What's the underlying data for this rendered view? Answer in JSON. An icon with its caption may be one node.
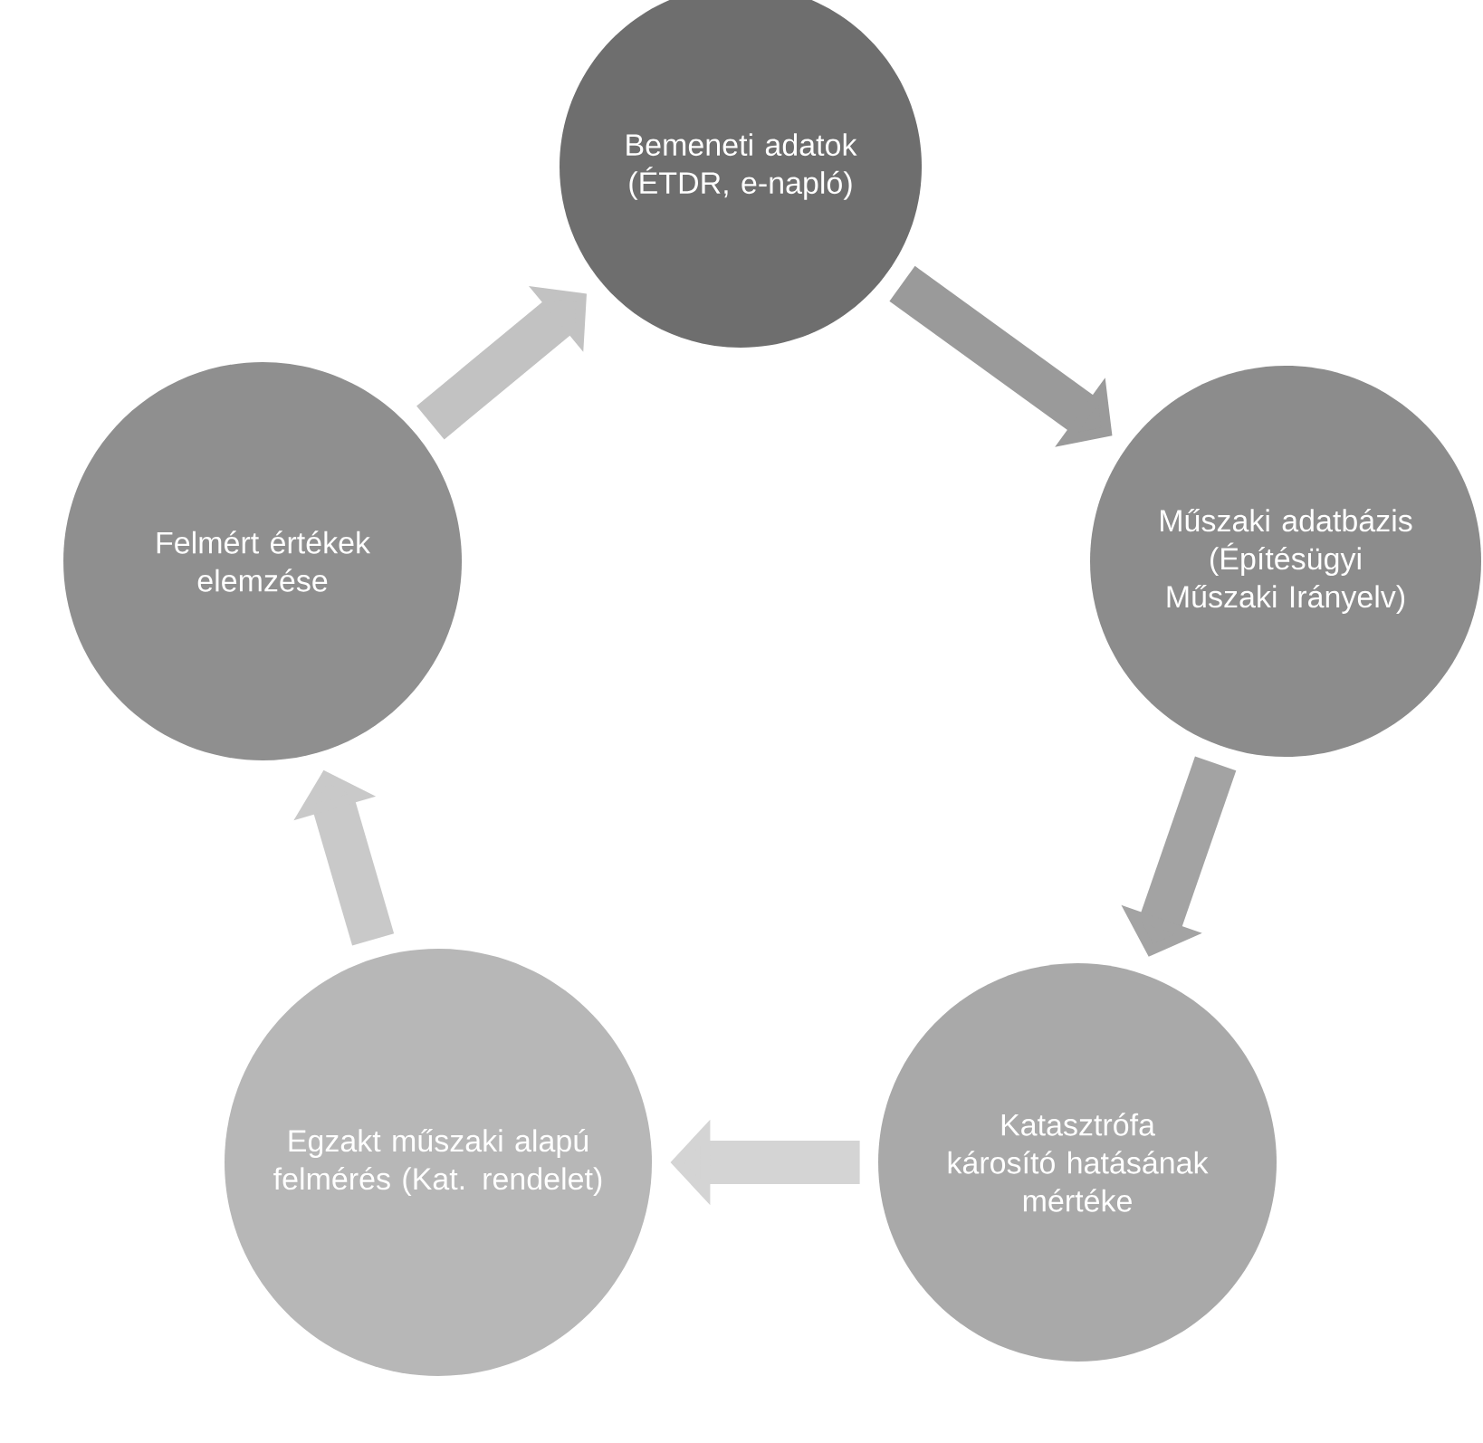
{
  "diagram": {
    "nodes": [
      {
        "text": [
          "Bemeneti adatok (ÉTDR, e-napló)"
        ]
      },
      {
        "text": [
          "Műszaki adatbázis (Építésügyi Műszaki Irányelv)"
        ]
      },
      {
        "text": [
          "Katasztrófa károsító hatásának mértéke"
        ]
      },
      {
        "text": [
          "Egzakt műszaki alapú felmérés (Kat. rendelet)"
        ]
      },
      {
        "text": [
          "Felmért értékek elemzése"
        ]
      }
    ],
    "edges": [
      {
        "from": 0,
        "to": 1,
        "arrow": "to",
        "color": "#9a9a9a"
      },
      {
        "from": 1,
        "to": 2,
        "arrow": "to",
        "color": "#a3a3a3"
      },
      {
        "from": 2,
        "to": 3,
        "arrow": "to",
        "color": "#d4d4d4"
      },
      {
        "from": 3,
        "to": 4,
        "arrow": "to",
        "color": "#c9c9c9"
      },
      {
        "from": 4,
        "to": 0,
        "arrow": "to",
        "color": "#c2c2c2"
      }
    ]
  }
}
